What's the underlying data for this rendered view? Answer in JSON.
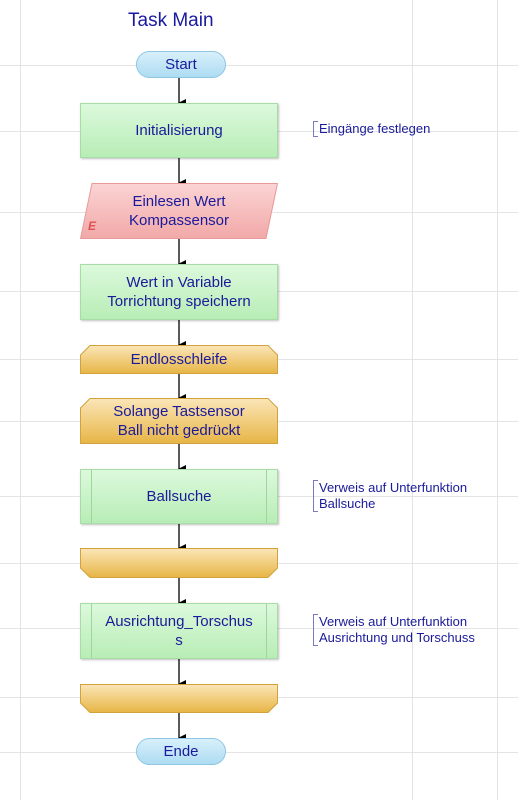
{
  "diagram": {
    "title": "Task Main",
    "nodes": {
      "start": "Start",
      "init": "Initialisierung",
      "read_line1": "Einlesen Wert",
      "read_line2": "Kompassensor",
      "read_marker": "E",
      "store_line1": "Wert in Variable",
      "store_line2": "Torrichtung speichern",
      "loop_start": "Endlosschleife",
      "while_line1": "Solange Tastsensor",
      "while_line2": "Ball nicht gedrückt",
      "ballsuche": "Ballsuche",
      "ausrichtung_line1": "Ausrichtung_Torschus",
      "ausrichtung_line2": "s",
      "end": "Ende"
    },
    "comments": {
      "init_comment": "Eingänge festlegen",
      "ballsuche_line1": "Verweis auf Unterfunktion",
      "ballsuche_line2": "Ballsuche",
      "ausrichtung_line1": "Verweis auf Unterfunktion",
      "ausrichtung_line2": "Ausrichtung und Torschuss"
    }
  }
}
